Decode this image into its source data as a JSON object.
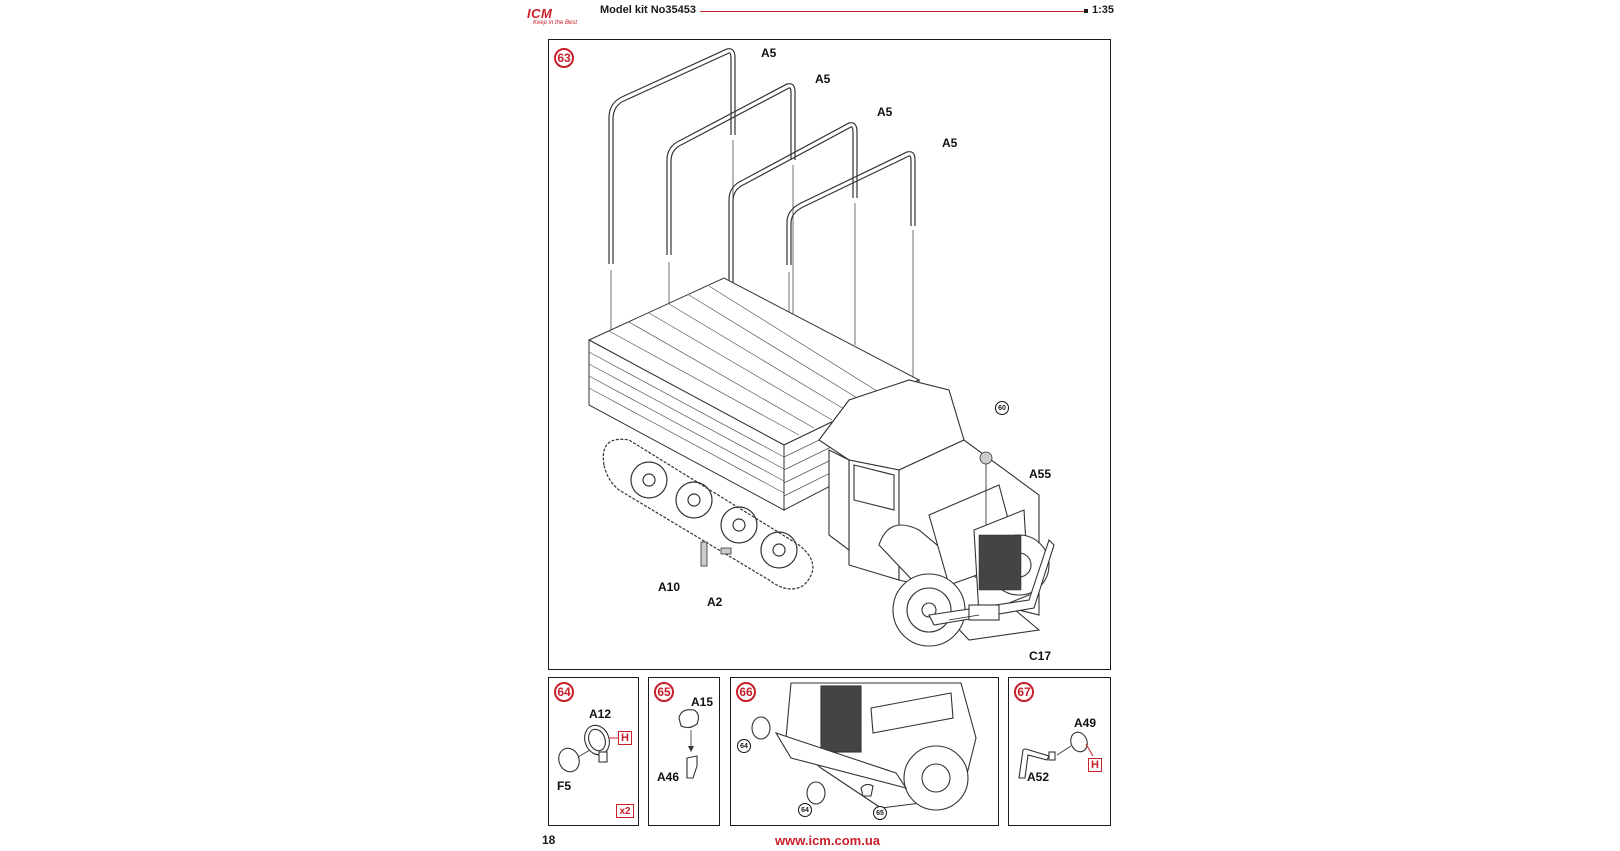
{
  "header": {
    "brand": "ICM",
    "tagline": "Keep in the Best",
    "kit_title": "Model kit No35453",
    "scale": "1:35"
  },
  "steps": {
    "s63": {
      "number": "63",
      "labels": {
        "a5_1": "A5",
        "a5_2": "A5",
        "a5_3": "A5",
        "a5_4": "A5",
        "a55": "A55",
        "a10": "A10",
        "a2": "A2",
        "c17": "C17"
      },
      "ref": "60"
    },
    "s64": {
      "number": "64",
      "a12": "A12",
      "f5": "F5",
      "h": "H",
      "x2": "x2"
    },
    "s65": {
      "number": "65",
      "a15": "A15",
      "a46": "A46"
    },
    "s66": {
      "number": "66",
      "ref_a": "64",
      "ref_b": "64",
      "ref_c": "65"
    },
    "s67": {
      "number": "67",
      "a49": "A49",
      "a52": "A52",
      "h": "H"
    }
  },
  "footer": {
    "page_number": "18",
    "website": "www.icm.com.ua"
  },
  "colors": {
    "accent": "#c8202b",
    "ink": "#1a1a1a"
  },
  "icons": [
    "icm-logo",
    "step-badge-icon",
    "hot-glue-h-icon"
  ]
}
